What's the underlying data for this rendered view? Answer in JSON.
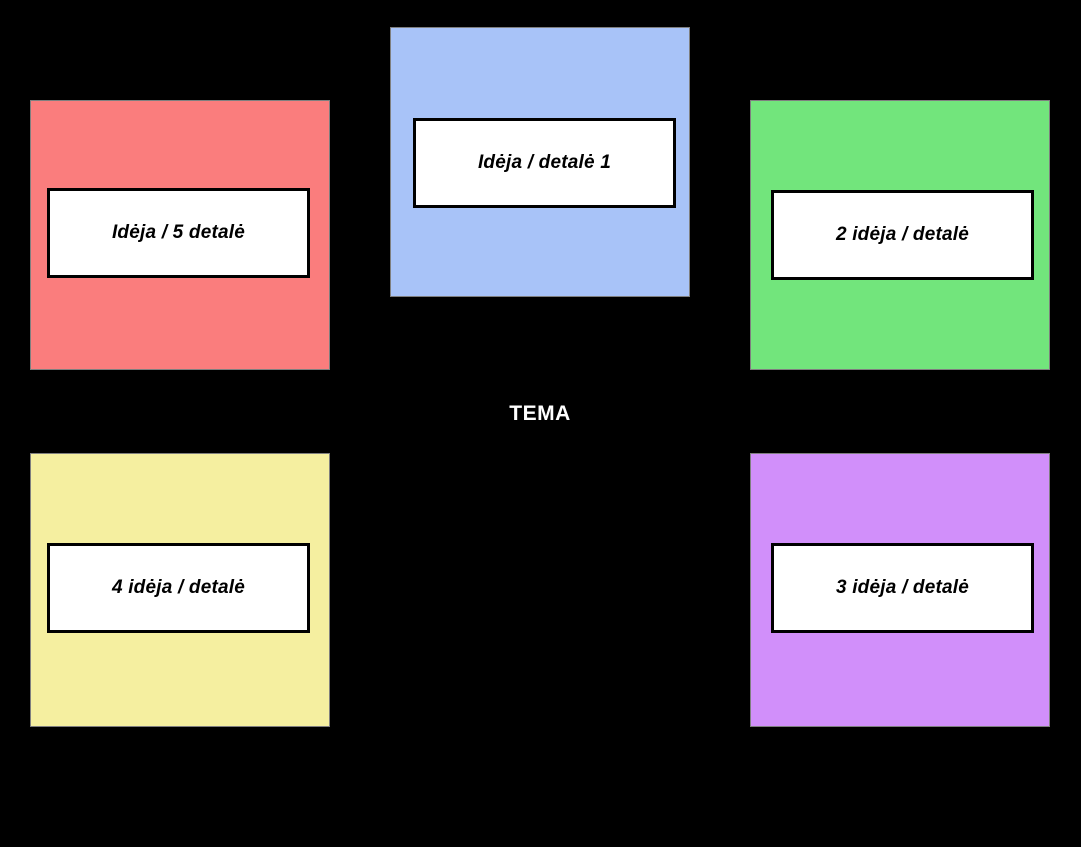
{
  "diagram": {
    "title": "TEMA",
    "background_color": "#000000",
    "center_label": {
      "text": "TEMA",
      "color": "#ffffff"
    },
    "cards": [
      {
        "id": "card-top-center",
        "fill_color": "#a8c3f8",
        "color_name": "blue",
        "label": "Idėja / detalė 1"
      },
      {
        "id": "card-right-top",
        "fill_color": "#72e57c",
        "color_name": "green",
        "label": "2 idėja / detalė"
      },
      {
        "id": "card-right-bottom",
        "fill_color": "#d18ffa",
        "color_name": "purple",
        "label": "3 idėja / detalė"
      },
      {
        "id": "card-left-bottom",
        "fill_color": "#f5efa0",
        "color_name": "yellow",
        "label": "4 idėja / detalė"
      },
      {
        "id": "card-left-top",
        "fill_color": "#fa7d7d",
        "color_name": "red",
        "label": "Idėja / 5 detalė"
      }
    ]
  }
}
